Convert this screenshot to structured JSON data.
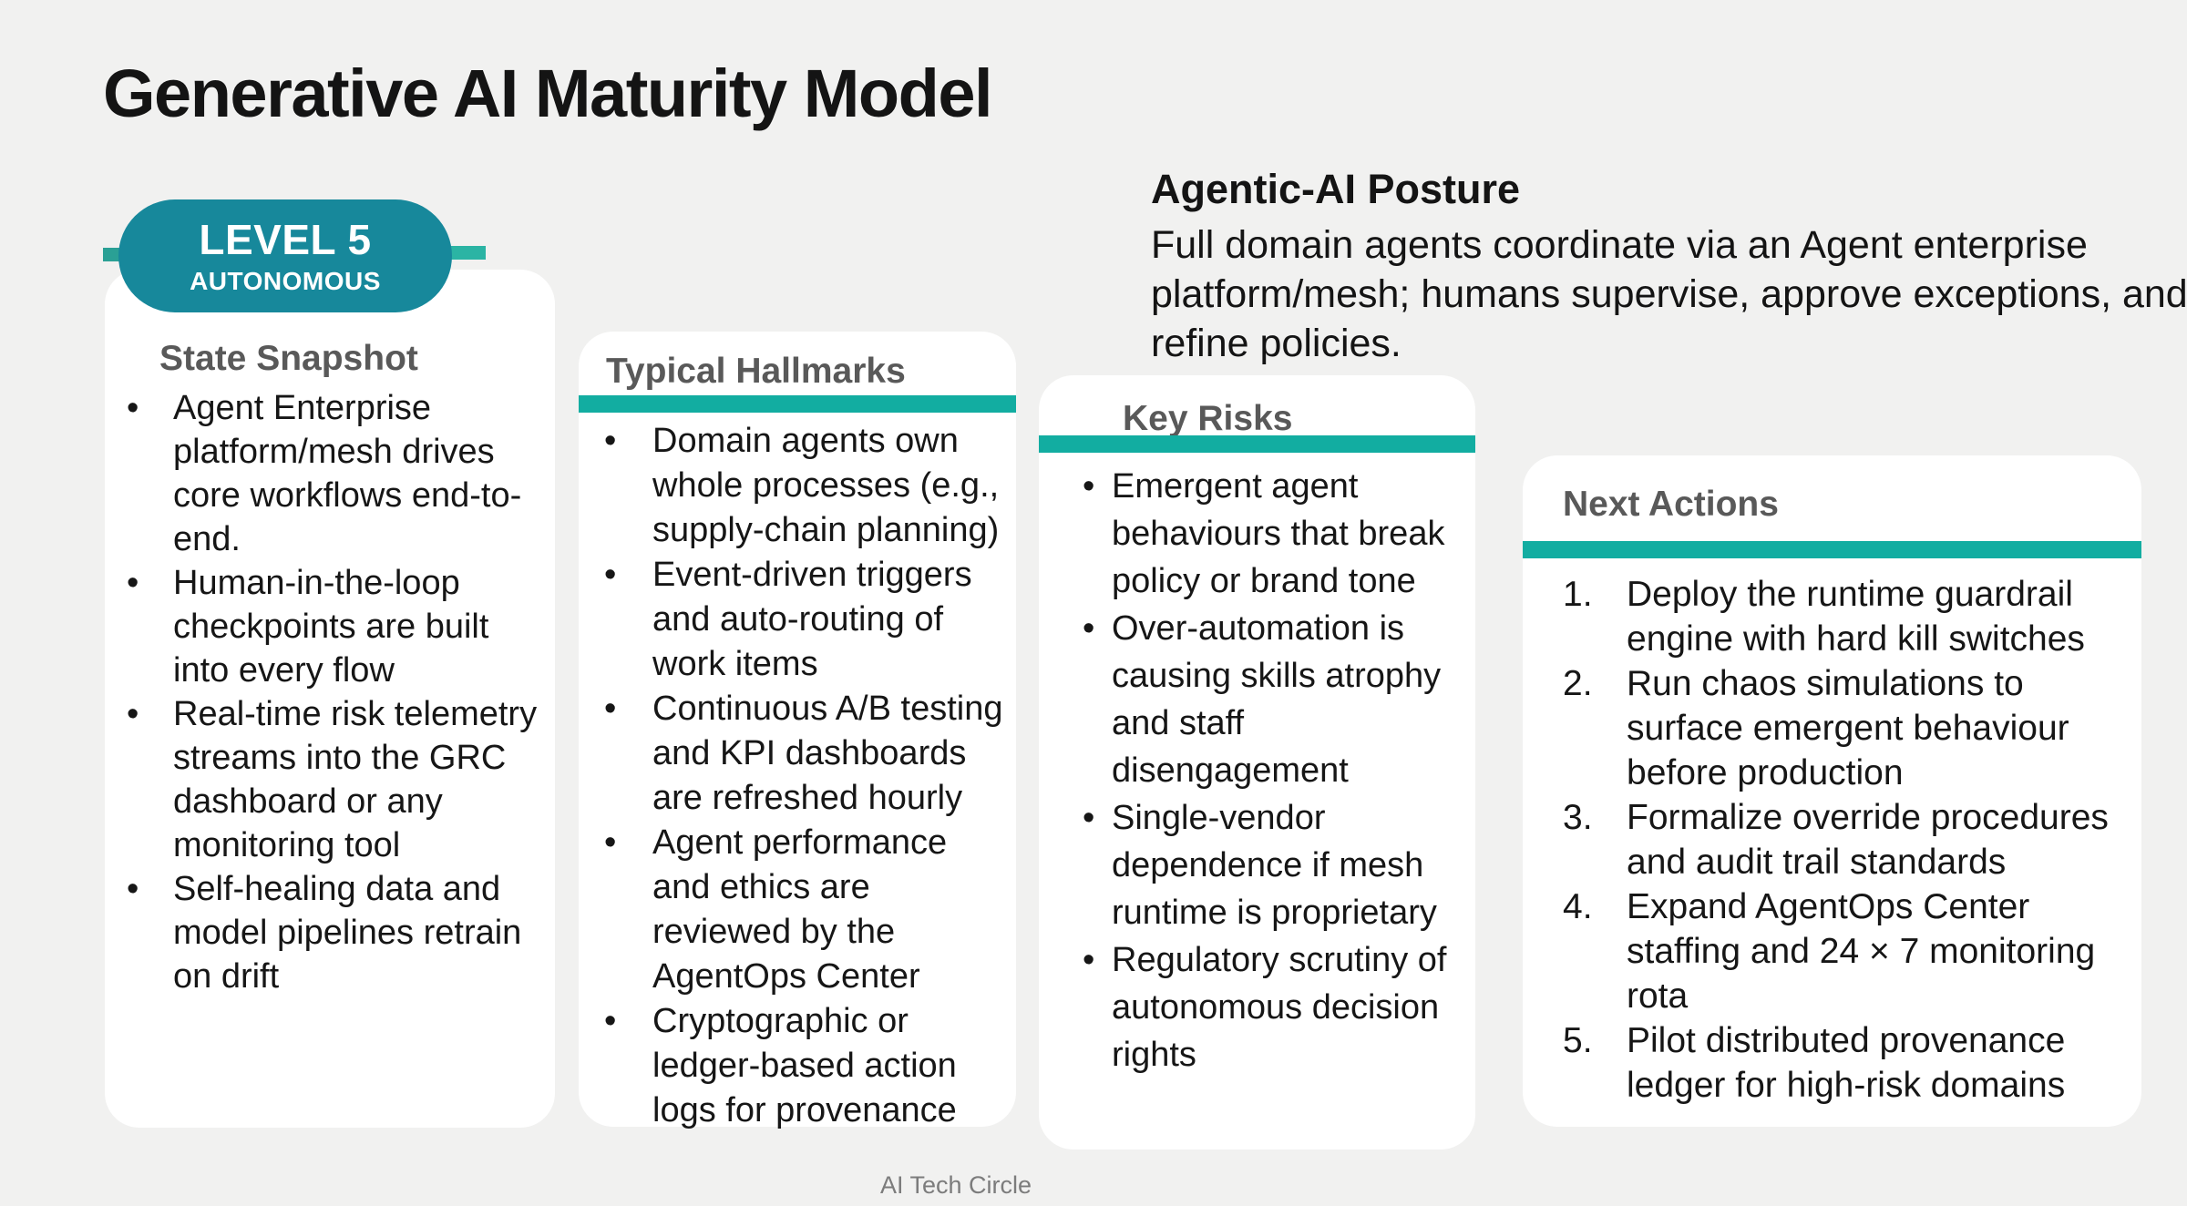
{
  "slide": {
    "title": "Generative AI Maturity Model",
    "badge": {
      "label": "LEVEL 5",
      "sublabel": "AUTONOMOUS"
    },
    "posture": {
      "heading": "Agentic-AI Posture",
      "body": "Full domain agents coordinate via an Agent enterprise platform/mesh; humans supervise, approve exceptions, and refine policies."
    },
    "cards": {
      "state_snapshot": {
        "header": "State Snapshot",
        "items": [
          "Agent Enterprise platform/mesh drives core workflows end-to-end.",
          "Human-in-the-loop checkpoints are built into every flow",
          "Real-time risk telemetry streams into the GRC dashboard or any monitoring tool",
          "Self-healing data and model pipelines retrain on drift"
        ]
      },
      "typical_hallmarks": {
        "header": "Typical Hallmarks",
        "items": [
          "Domain agents own whole processes (e.g., supply-chain planning)",
          "Event-driven triggers and auto-routing of work items",
          "Continuous A/B testing and KPI dashboards are refreshed hourly",
          "Agent performance and ethics are reviewed by the AgentOps Center",
          "Cryptographic or ledger-based action logs for provenance"
        ]
      },
      "key_risks": {
        "header": "Key Risks",
        "items": [
          "Emergent agent behaviours that break policy or brand tone",
          "Over-automation is causing skills atrophy and staff disengagement",
          "Single-vendor dependence if mesh runtime is proprietary",
          "Regulatory scrutiny of autonomous decision rights"
        ]
      },
      "next_actions": {
        "header": "Next Actions",
        "items": [
          "Deploy the runtime guardrail engine with hard kill switches",
          "Run chaos simulations to surface emergent behaviour before production",
          "Formalize override procedures and audit trail standards",
          "Expand AgentOps Center staffing and 24 × 7 monitoring rota",
          "Pilot distributed provenance ledger for high-risk domains"
        ]
      }
    },
    "footer": "AI Tech Circle",
    "colors": {
      "background": "#f1f1f0",
      "card": "#ffffff",
      "badge_teal": "#17889b",
      "underline_teal": "#12ada1",
      "connector_left_teal": "#2aa095",
      "connector_right_teal": "#2bb4a4",
      "header_gray": "#595959",
      "body_text": "#161616",
      "footer_gray": "#7c7c7c"
    }
  }
}
